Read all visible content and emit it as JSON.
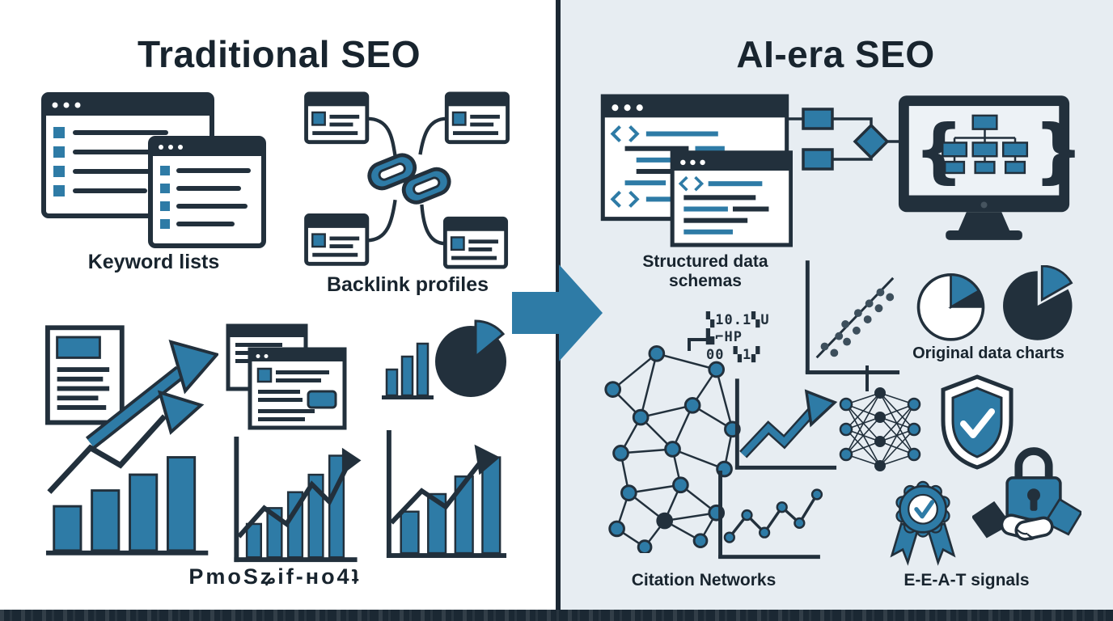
{
  "colors": {
    "dark_navy": "#22303c",
    "steel_blue": "#2e7ba6",
    "left_panel_bg": "#ffffff",
    "right_panel_bg": "#e7edf2",
    "divider": "#1b2733"
  },
  "left": {
    "title": "Traditional SEO",
    "keyword_lists_label": "Keyword lists",
    "backlink_profiles_label": "Backlink profiles",
    "footer_garbled_label": "PmoSʑif-ʜo4ʇ"
  },
  "right": {
    "title": "AI-era SEO",
    "structured_data_label": "Structured data schemas",
    "original_data_charts_label": "Original data charts",
    "citation_networks_label": "Citation Networks",
    "eeat_signals_label": "E-E-A-T signals",
    "code_block_text": "▚10.1▚U\n▙⌐HP\n00 ▚1▞"
  }
}
